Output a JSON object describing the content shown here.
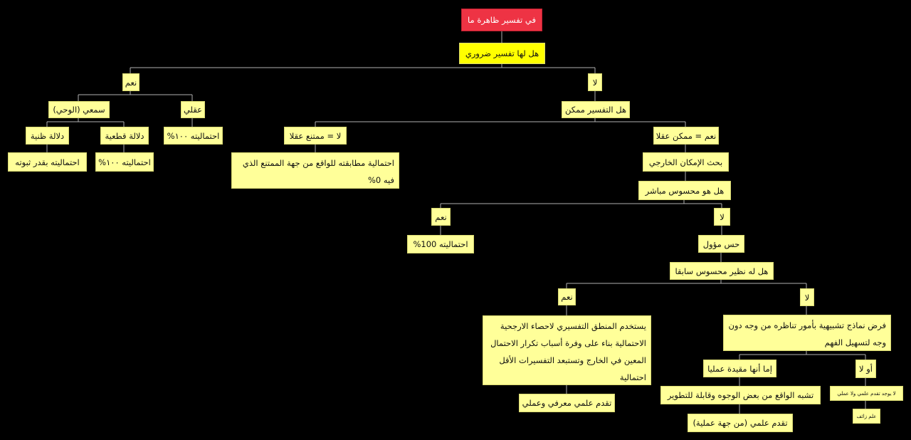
{
  "colors": {
    "root": "#ee3344",
    "question_main": "#ffff00",
    "node": "#ffff99",
    "line": "#b0b0b0",
    "background": "#000000"
  },
  "nodes": {
    "root": "في تفسير ظاهرة ما",
    "q_necessary": "هل لها تفسير ضروري",
    "yes1": "نعم",
    "no1": "لا",
    "sami": "سمعي (الوحي)",
    "aqli": "عقلي",
    "q_possible": "هل التفسير ممكن",
    "dalala_zanniya": "دلالة ظنية",
    "dalala_qatiya": "دلالة قطعية",
    "aqli_prob": "احتماليته ١٠٠%",
    "impossible": "لا = ممتنع عقلا",
    "possible": "نعم = ممكن عقلا",
    "zanniya_prob": "احتماليته بقدر ثبوته",
    "qatiya_prob": "احتماليته ١٠٠%",
    "impossible_prob": "احتمالية مطابقته للواقع من جهة الممتنع الذي فيه 0%",
    "external": "بحث الإمكان الخارجي",
    "q_direct": "هل هو محسوس مباشر",
    "yes_direct": "نعم",
    "no_direct": "لا",
    "direct_prob": "احتماليته 100%",
    "interpreted": "حس مؤول",
    "q_analog": "هل له نظير محسوس سابقا",
    "yes_analog": "نعم",
    "no_analog": "لا",
    "inference": "يستخدم المنطق التفسيري لاحصاء الارجحية الاحتمالية بناء على وفرة أسباب تكرار الاحتمال المعين في الخارج وتستبعد التفسيرات الأقل احتمالية",
    "progress_full": "تقدم علمي معرفي وعملي",
    "models": "فرض نماذج تشبيهية بأمور تناظره من وجه دون وجه لتسهيل الفهم",
    "practical": "إما أنها مقيدة عمليا",
    "or_not": "أو لا",
    "resembles": "تشبه الواقع من بعض الوجوه وقابلة للتطوير",
    "no_progress": "لا يوجد تقدم علمي ولا عملي",
    "progress_practical": "تقدم علمي (من جهة عملية)",
    "pseudo": "علم زائف"
  }
}
